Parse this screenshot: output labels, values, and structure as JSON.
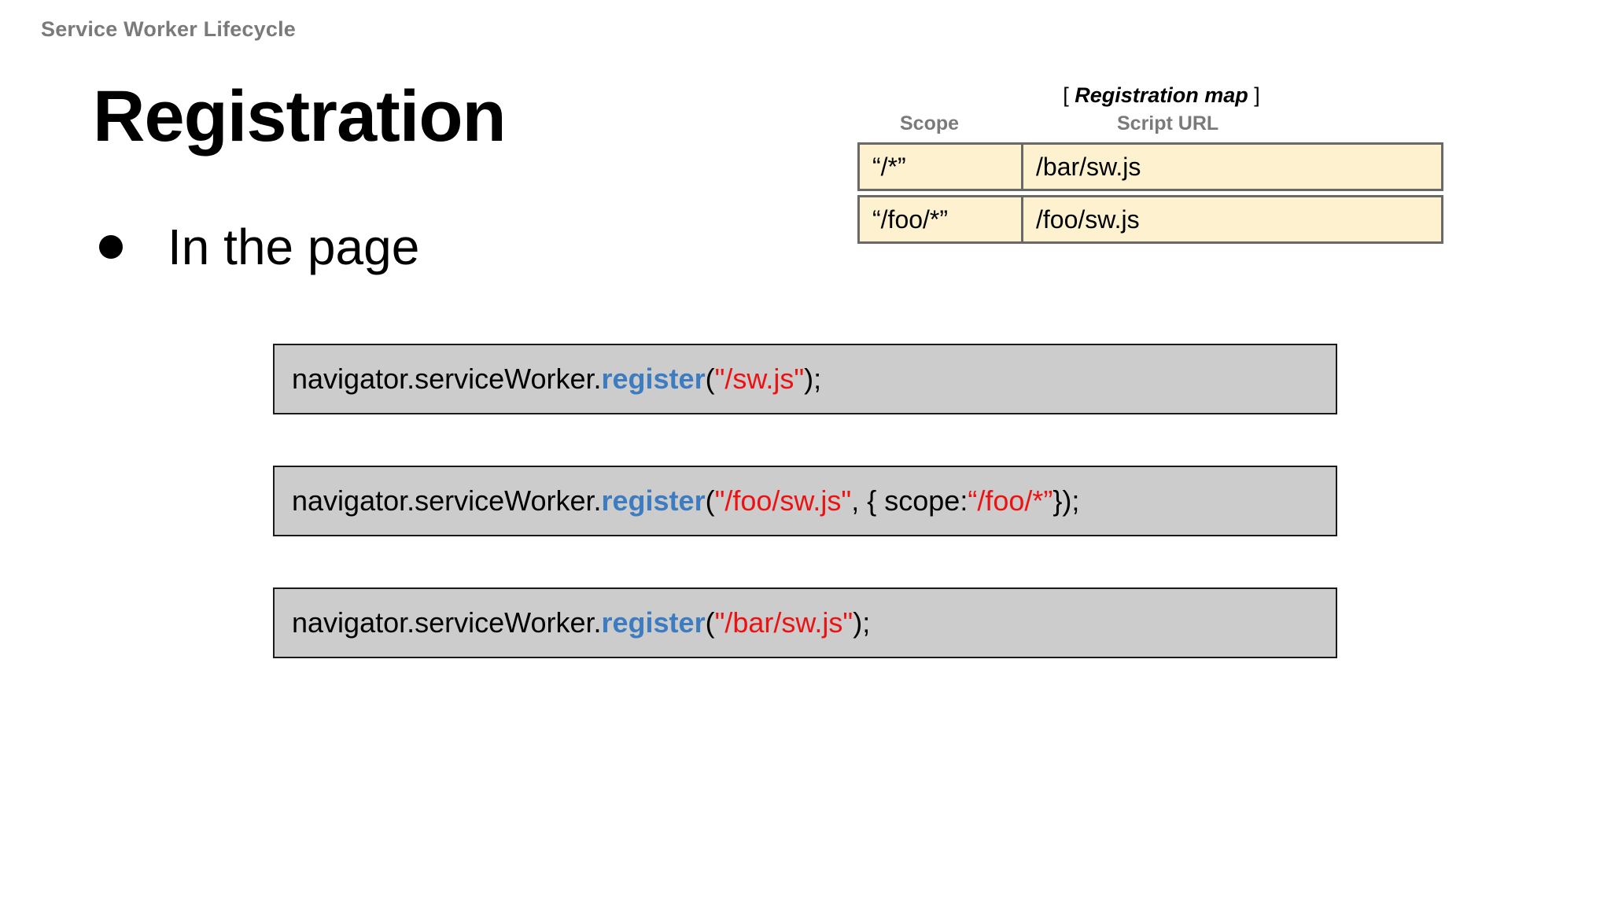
{
  "slide": {
    "header": "Service Worker Lifecycle",
    "title": "Registration",
    "bullet": "In the page"
  },
  "registration_map": {
    "title_open": "[",
    "title_label": "Registration map",
    "title_close": "]",
    "columns": [
      "Scope",
      "Script URL"
    ],
    "rows": [
      {
        "scope": "“/*”",
        "script_url": "/bar/sw.js"
      },
      {
        "scope": "“/foo/*”",
        "script_url": "/foo/sw.js"
      }
    ],
    "cell_background": "#fdf1d0",
    "border_color": "#696969",
    "header_color": "#7a7a7a"
  },
  "code_blocks": [
    {
      "prefix": "navigator.serviceWorker.",
      "fn": "register",
      "open_paren": "(",
      "arg1": "\"/sw.js\"",
      "suffix": ");",
      "background": "#cccccc"
    },
    {
      "prefix": "navigator.serviceWorker.",
      "fn": "register",
      "open_paren": "(",
      "arg1": "\"/foo/sw.js\"",
      "mid": ", { scope: ",
      "arg2": "“/foo/*”",
      "suffix": " });",
      "background": "#cccccc"
    },
    {
      "prefix": "navigator.serviceWorker.",
      "fn": "register",
      "open_paren": "(",
      "arg1": "\"/bar/sw.js\"",
      "suffix": ");",
      "background": "#cccccc"
    }
  ],
  "colors": {
    "function_token": "#3d7cc0",
    "string_token": "#ee1111",
    "text": "#000000",
    "muted": "#7a7a7a"
  }
}
